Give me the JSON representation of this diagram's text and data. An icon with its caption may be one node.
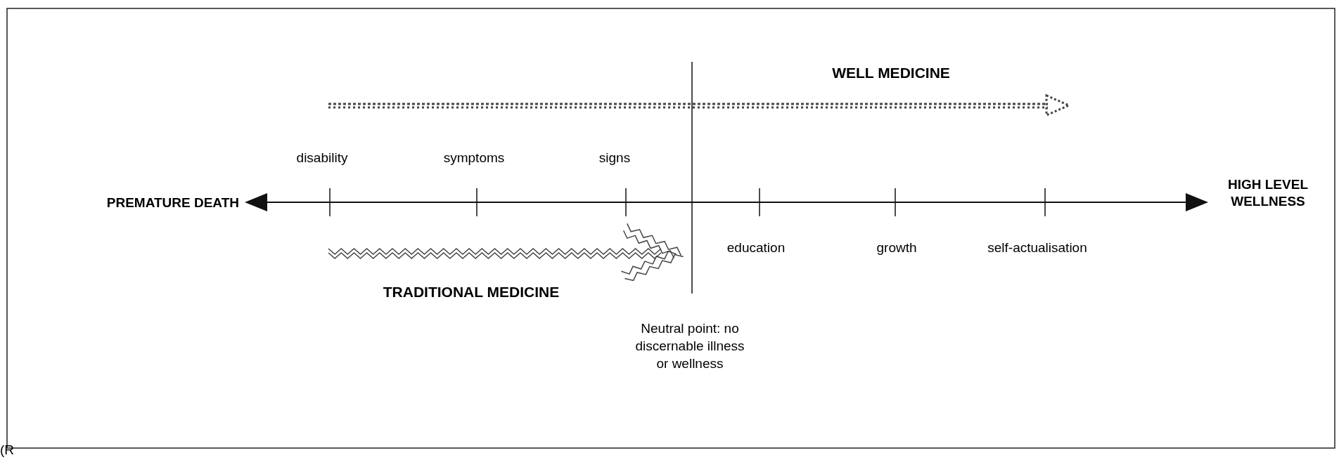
{
  "diagram": {
    "nodes": [
      {
        "text": [
          "PREMATURE DEATH"
        ]
      },
      {
        "text": [
          "HIGH LEVEL WELLNESS"
        ]
      }
    ],
    "edges": [
      {
        "from": 0,
        "to": 1,
        "arrow": "both"
      }
    ],
    "labels": [
      "WELL MEDICINE",
      "disability",
      "symptoms",
      "signs",
      "education",
      "growth",
      "self-actualisation",
      "TRADITIONAL MEDICINE",
      "Neutral point: no discernable illness or wellness",
      "(R"
    ]
  }
}
